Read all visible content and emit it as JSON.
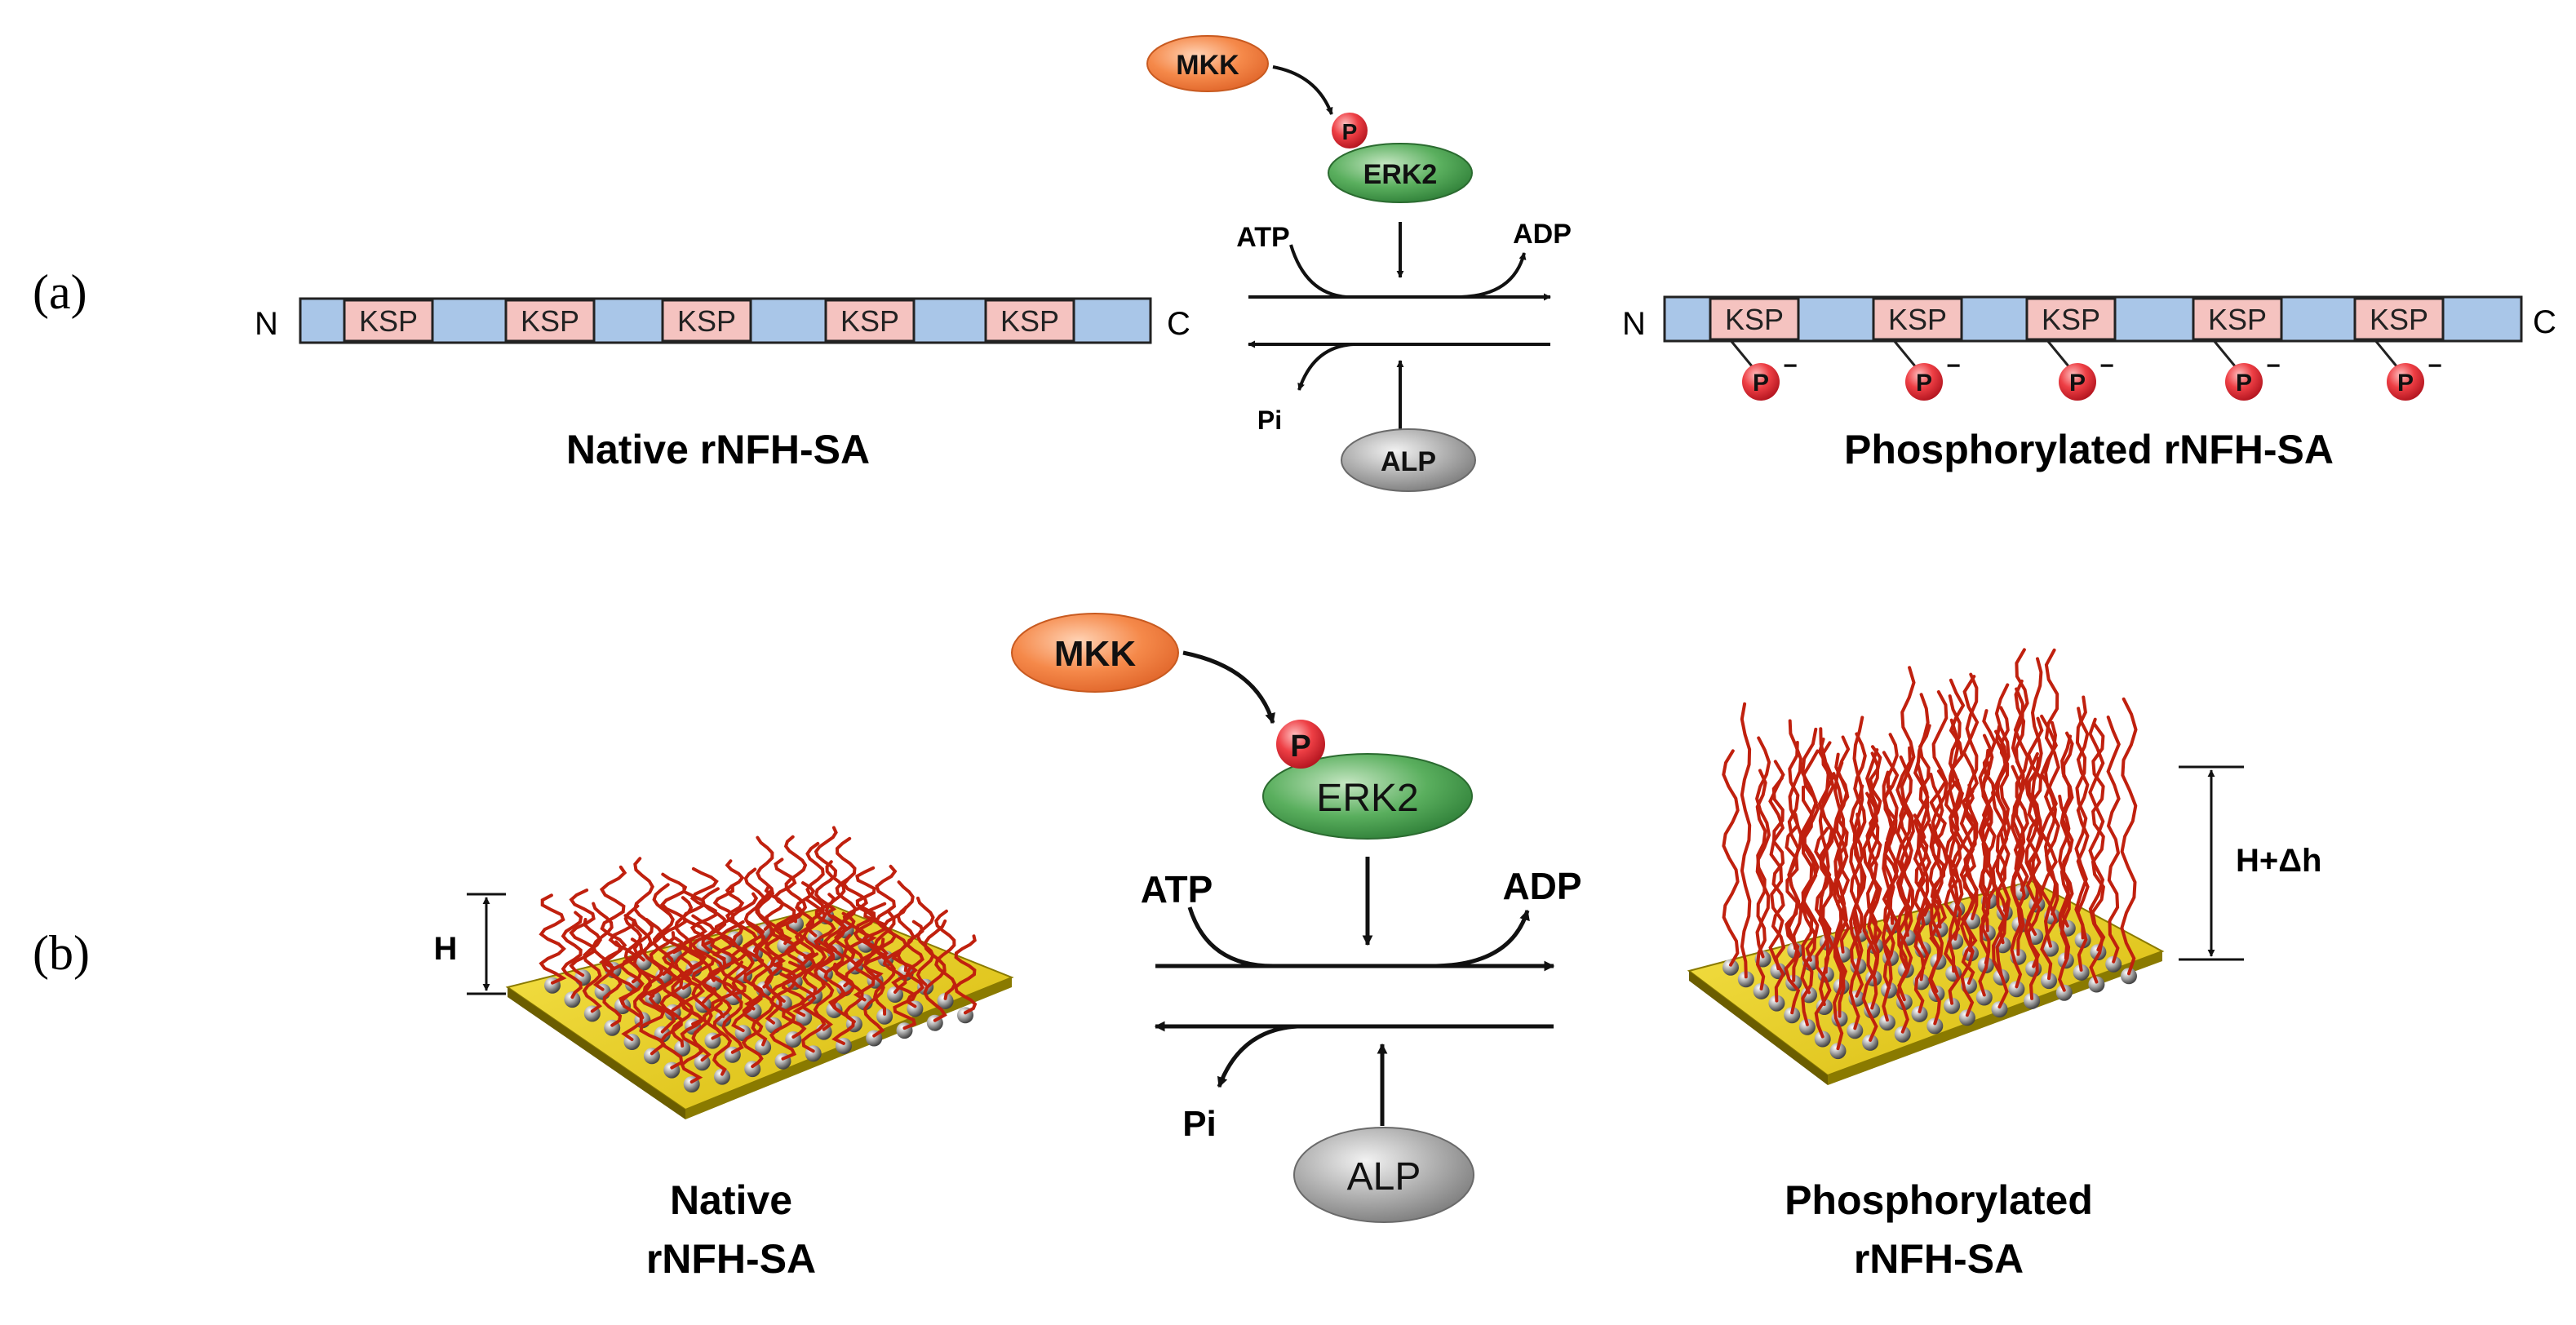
{
  "panels": {
    "a": {
      "label": "(a)",
      "enzymes": {
        "kinase_activator": "MKK",
        "phospho": "P",
        "kinase": "ERK2",
        "phosphatase": "ALP"
      },
      "reaction": {
        "atp": "ATP",
        "adp": "ADP",
        "pi": "Pi"
      },
      "chain": {
        "n_term": "N",
        "c_term": "C",
        "motif": "KSP",
        "motif_count": 5,
        "phospho_label": "P",
        "charge": "−"
      },
      "left_caption": "Native rNFH-SA",
      "right_caption": "Phosphorylated rNFH-SA"
    },
    "b": {
      "label": "(b)",
      "enzymes": {
        "kinase_activator": "MKK",
        "phospho": "P",
        "kinase": "ERK2",
        "phosphatase": "ALP"
      },
      "reaction": {
        "atp": "ATP",
        "adp": "ADP",
        "pi": "Pi"
      },
      "height_left": "H",
      "height_right": "H+Δh",
      "left_caption_line1": "Native",
      "left_caption_line2": "rNFH-SA",
      "right_caption_line1": "Phosphorylated",
      "right_caption_line2": "rNFH-SA"
    }
  },
  "colors": {
    "chain_fill": "#a9c6e8",
    "motif_fill": "#f5c3c0",
    "phospho": "#e8323c",
    "mkk": "#f07a3c",
    "erk2": "#3c9a48",
    "alp": "#9a9a9a",
    "brush": "#c0200e",
    "substrate": "#e8d21c"
  }
}
